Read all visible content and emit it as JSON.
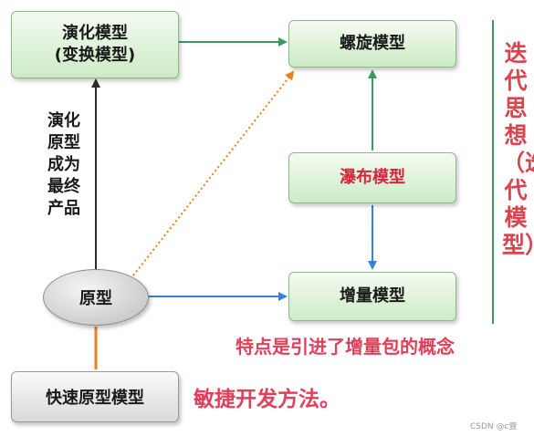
{
  "nodes": {
    "evolution": "演化模型\n(变换模型)",
    "spiral": "螺旋模型",
    "waterfall": "瀑布模型",
    "incremental": "增量模型",
    "prototype": "原型",
    "rapid_prototype": "快速原型模型"
  },
  "edge_label": "演化\n原型\n成为\n最终\n产品",
  "side_title": "迭代思想（迭代模型）",
  "note_increment": "特点是引进了增量包的概念",
  "note_agile": "敏捷开发方法。",
  "watermark": "CSDN @c壹",
  "colors": {
    "waterfall_text": "#d7263d",
    "note_text": "#e0405a",
    "side_title": "#d9444f",
    "green_arrow": "#3c9a5f",
    "blue_arrow": "#2f86d6",
    "orange_line": "#ef7d22",
    "dark_arrow": "#2b2b2b"
  }
}
